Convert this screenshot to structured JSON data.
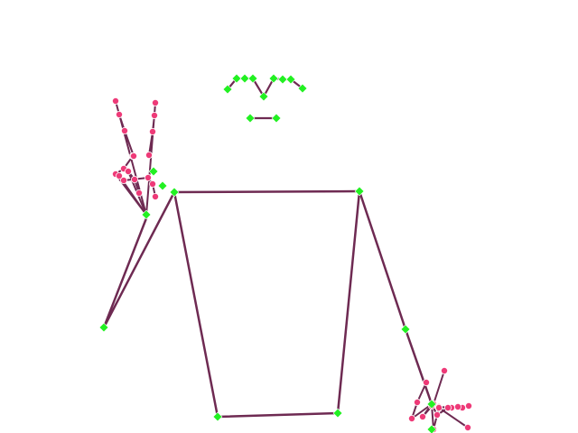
{
  "colors": {
    "background": "#ffffff",
    "bone": "#6e2a52",
    "pose_joint": "#22f022",
    "hand_joint": "#ee3a78"
  },
  "pose": {
    "keypoint_groups": [
      "face",
      "body",
      "left-hand",
      "right-hand"
    ]
  }
}
